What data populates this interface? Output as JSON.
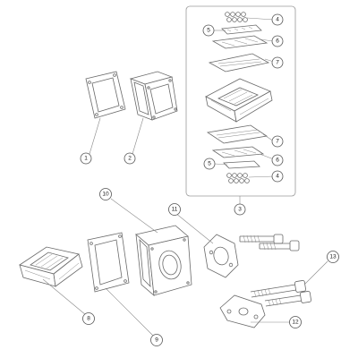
{
  "callouts": {
    "c1": "1",
    "c2": "2",
    "c3": "3",
    "c4a": "4",
    "c4b": "4",
    "c5a": "5",
    "c5b": "5",
    "c6a": "6",
    "c6b": "6",
    "c7a": "7",
    "c7b": "7",
    "c8": "8",
    "c9": "9",
    "c10": "10",
    "c11": "11",
    "c12": "12",
    "c13": "13"
  },
  "colors": {
    "line": "#6a6a6a",
    "bubble_stroke": "#555555",
    "kit_box": "#9a9a9a"
  }
}
